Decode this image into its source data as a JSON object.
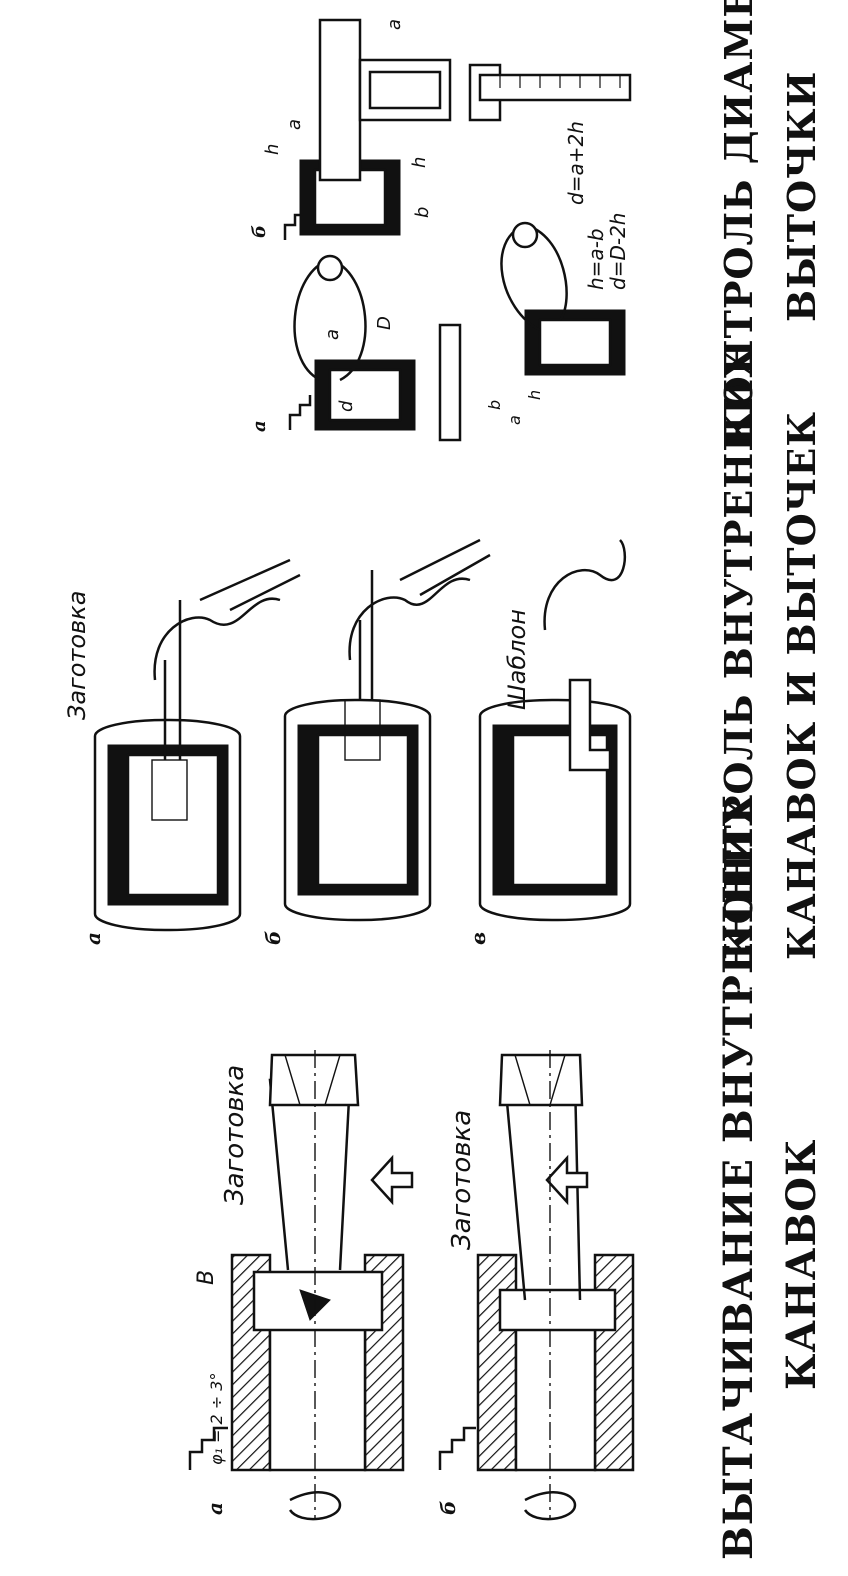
{
  "columns": [
    {
      "title_line1": "ВЫТАЧИВАНИЕ ВНУТРЕННИХ",
      "title_line2": "КАНАВОК",
      "panel_a": {
        "letter": "а",
        "label_workpiece": "Заготовка",
        "label_dim_b": "B",
        "label_angle": "φ₁ = 2 ÷ 3°"
      },
      "panel_b": {
        "letter": "б",
        "label_workpiece": "Заготовка"
      }
    },
    {
      "title_line1": "КОНТРОЛЬ ВНУТРЕННИХ",
      "title_line2": "КАНАВОК И ВЫТОЧЕК",
      "panel_a": {
        "letter": "а",
        "label_workpiece": "Заготовка"
      },
      "panel_b": {
        "letter": "б"
      },
      "panel_v": {
        "letter": "в",
        "label_template": "Шаблон"
      }
    },
    {
      "title_line1": "КОНТРОЛЬ ДИАМЕТРА",
      "title_line2": "ВЫТОЧКИ",
      "panel_a": {
        "letter": "а",
        "dims": [
          "a",
          "D",
          "d",
          "b",
          "a",
          "h"
        ],
        "formula1": "h=a-b",
        "formula2": "d=D-2h"
      },
      "panel_b": {
        "letter": "б",
        "dims": [
          "a",
          "a",
          "h",
          "h",
          "b"
        ],
        "formula": "d=a+2h"
      }
    }
  ]
}
